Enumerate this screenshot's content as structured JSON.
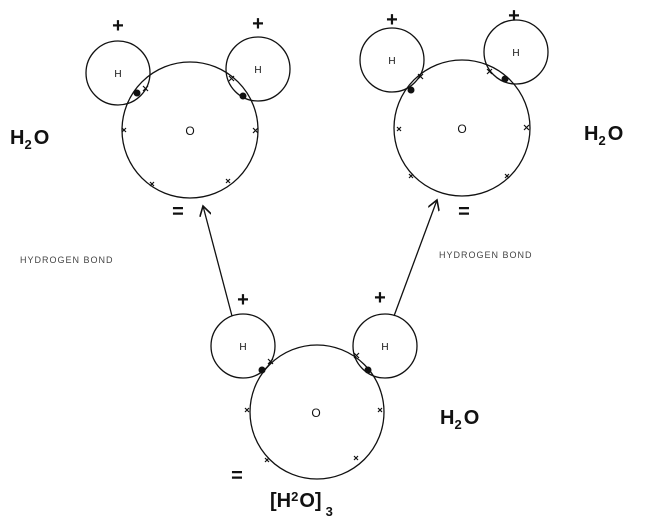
{
  "molecules": [
    {
      "formula": "H2O",
      "formula_main": "H",
      "formula_sub": "2",
      "formula_end": "O",
      "oxygen": "O",
      "hydrogens": [
        "H",
        "H"
      ],
      "plus": [
        "+",
        "+"
      ],
      "minus": "="
    },
    {
      "formula": "H2O",
      "formula_main": "H",
      "formula_sub": "2",
      "formula_end": "O",
      "oxygen": "O",
      "hydrogens": [
        "H",
        "H"
      ],
      "plus": [
        "+",
        "+"
      ],
      "minus": "="
    },
    {
      "formula": "H2O",
      "formula_main": "H",
      "formula_sub": "2",
      "formula_end": "O",
      "oxygen": "O",
      "hydrogens": [
        "H",
        "H"
      ],
      "plus": [
        "+",
        "+"
      ],
      "minus": "="
    }
  ],
  "bond_labels": [
    "HYDROGEN BOND",
    "HYDROGEN BOND"
  ],
  "cluster_label": {
    "open": "[H",
    "sub": "2",
    "mid": "O]",
    "count": "3"
  }
}
